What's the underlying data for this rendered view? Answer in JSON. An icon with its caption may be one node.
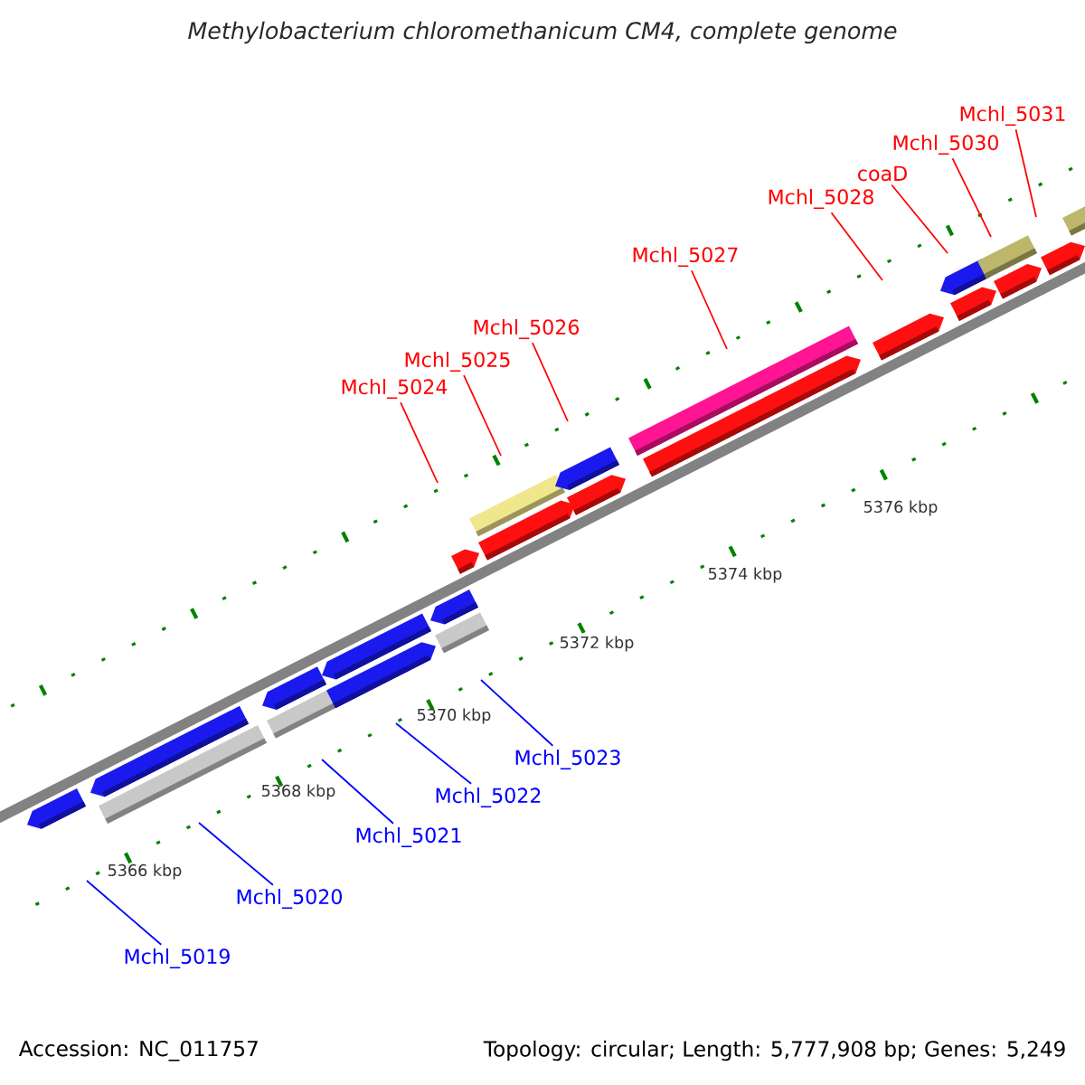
{
  "diagram": {
    "title": "Methylobacterium chloromethanicum CM4, complete genome",
    "nodes": [
      {
        "text": [
          "Mchl_5019"
        ]
      },
      {
        "text": [
          "Mchl_5020"
        ]
      },
      {
        "text": [
          "Mchl_5021"
        ]
      },
      {
        "text": [
          "Mchl_5022"
        ]
      },
      {
        "text": [
          "Mchl_5023"
        ]
      },
      {
        "text": [
          "Mchl_5024"
        ]
      },
      {
        "text": [
          "Mchl_5025"
        ]
      },
      {
        "text": [
          "Mchl_5026"
        ]
      },
      {
        "text": [
          "Mchl_5027"
        ]
      },
      {
        "text": [
          "Mchl_5028"
        ]
      },
      {
        "text": [
          "coaD"
        ]
      },
      {
        "text": [
          "Mchl_5030"
        ]
      },
      {
        "text": [
          "Mchl_5031"
        ]
      }
    ],
    "edges": [
      {
        "from": 0,
        "to": null,
        "arrow": "none",
        "color": "#0000ff"
      },
      {
        "from": 1,
        "to": null,
        "arrow": "none",
        "color": "#0000ff"
      },
      {
        "from": 2,
        "to": null,
        "arrow": "none",
        "color": "#0000ff"
      },
      {
        "from": 3,
        "to": null,
        "arrow": "none",
        "color": "#0000ff"
      },
      {
        "from": 4,
        "to": null,
        "arrow": "none",
        "color": "#0000ff"
      },
      {
        "from": 5,
        "to": null,
        "arrow": "none"
      },
      {
        "from": 6,
        "to": null,
        "arrow": "none"
      },
      {
        "from": 7,
        "to": null,
        "arrow": "none"
      },
      {
        "from": 8,
        "to": null,
        "arrow": "none"
      },
      {
        "from": 9,
        "to": null,
        "arrow": "none"
      },
      {
        "from": 10,
        "to": null,
        "arrow": "none"
      },
      {
        "from": 11,
        "to": null,
        "arrow": "none"
      },
      {
        "from": 12,
        "to": null,
        "arrow": "none"
      }
    ],
    "labels": [
      "5366 kbp",
      "5368 kbp",
      "5370 kbp",
      "5372 kbp",
      "5374 kbp",
      "5376 kbp",
      "Accession: NC_011757",
      "Topology: circular; Length: 5,777,908 bp; Genes: 5,249"
    ]
  }
}
